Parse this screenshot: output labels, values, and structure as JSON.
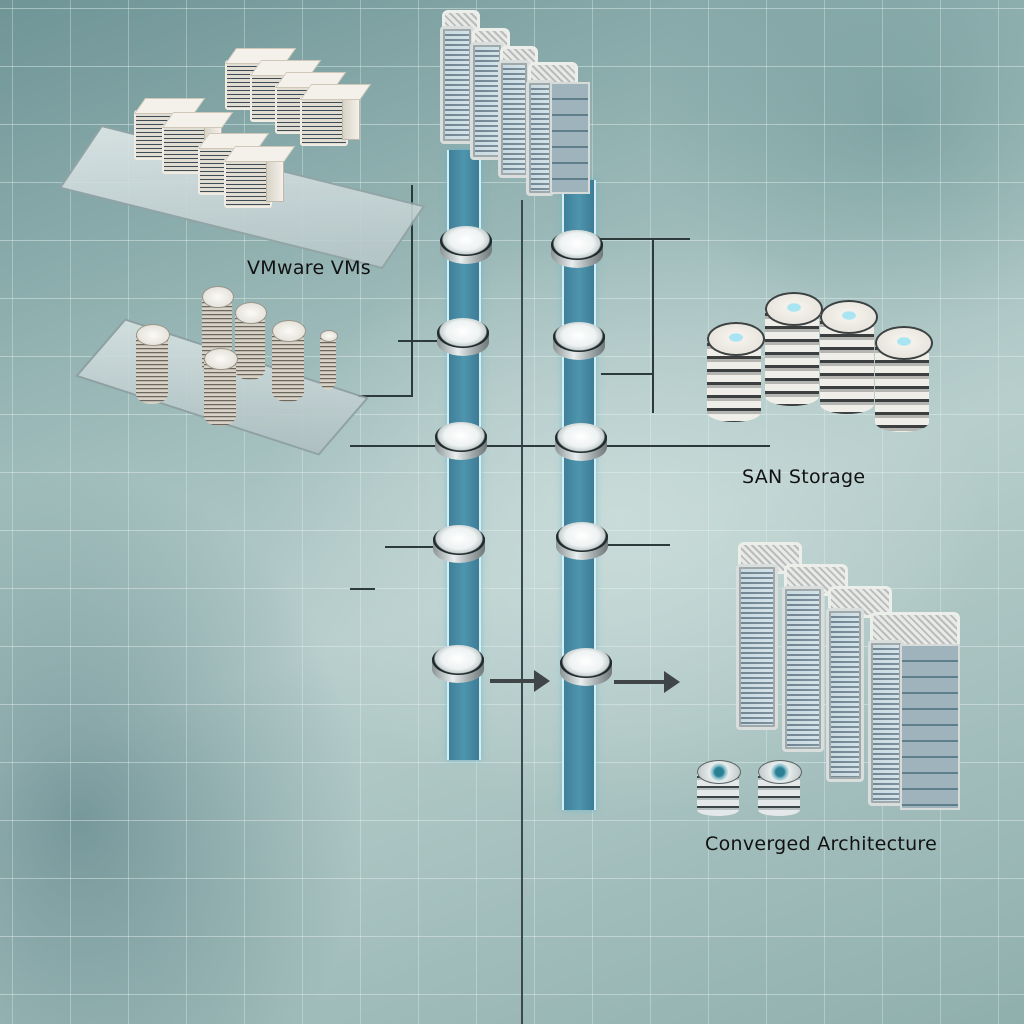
{
  "diagram": {
    "type": "infrastructure-architecture-illustration",
    "style": "isometric, teal-grey tiled background",
    "colors": {
      "background": "#a9c3c2",
      "bus_lane": "#4a8ea8",
      "label_text": "#111111",
      "node_cap": "#eef2f2",
      "arrow": "#404648"
    },
    "labels": {
      "vmware": "VMware VMs",
      "san": "SAN Storage",
      "converged": "Converged Architecture"
    },
    "components": [
      {
        "id": "top-server-rack",
        "icon": "server-rack-icon",
        "count": 4,
        "label": ""
      },
      {
        "id": "vmware-cluster",
        "icon": "virtual-machine-icon",
        "count": 8,
        "label": "VMware VMs"
      },
      {
        "id": "storage-coin-stacks",
        "icon": "storage-stack-icon",
        "count": 6,
        "label": ""
      },
      {
        "id": "san-storage",
        "icon": "database-cylinder-icon",
        "count": 4,
        "label": "SAN Storage"
      },
      {
        "id": "converged-rack",
        "icon": "server-rack-icon",
        "count": 4,
        "label": "Converged Architecture"
      },
      {
        "id": "converged-disks",
        "icon": "disk-icon",
        "count": 2,
        "label": ""
      }
    ],
    "buses": [
      {
        "id": "bus-left",
        "nodes": 5
      },
      {
        "id": "bus-right",
        "nodes": 5
      }
    ],
    "arrows": [
      {
        "id": "arrow-left-to-right-bus",
        "direction": "right"
      },
      {
        "id": "arrow-right-bus-to-converged",
        "direction": "right"
      }
    ]
  }
}
